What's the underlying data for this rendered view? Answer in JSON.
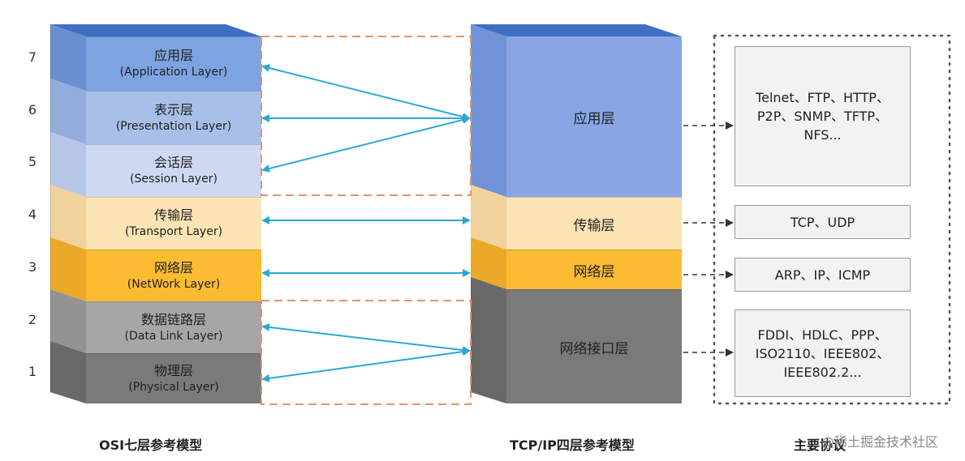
{
  "osi": {
    "caption": "OSI七层参考模型",
    "layers": [
      {
        "num": "7",
        "zh": "应用层",
        "en": "(Application Layer)",
        "front": "#7da3e0",
        "side": "#6a8fd0"
      },
      {
        "num": "6",
        "zh": "表示层",
        "en": "(Presentation Layer)",
        "front": "#a8bfe8",
        "side": "#93acdb"
      },
      {
        "num": "5",
        "zh": "会话层",
        "en": "(Session Layer)",
        "front": "#cdd9f2",
        "side": "#b7c6e6"
      },
      {
        "num": "4",
        "zh": "传输层",
        "en": "(Transport Layer)",
        "front": "#fbe3b4",
        "side": "#f0d29c"
      },
      {
        "num": "3",
        "zh": "网络层",
        "en": "(NetWork Layer)",
        "front": "#fbbc33",
        "side": "#eaa928"
      },
      {
        "num": "2",
        "zh": "数据链路层",
        "en": "(Data Link Layer)",
        "front": "#a6a6a6",
        "side": "#939393"
      },
      {
        "num": "1",
        "zh": "物理层",
        "en": "(Physical Layer)",
        "front": "#7a7a7a",
        "side": "#686868"
      }
    ]
  },
  "tcpip": {
    "caption": "TCP/IP四层参考模型",
    "layers": [
      {
        "label": "应用层",
        "front": "#87a6e3",
        "side": "#7092d6"
      },
      {
        "label": "传输层",
        "front": "#fbe3b4",
        "side": "#f0d29c"
      },
      {
        "label": "网络层",
        "front": "#fbbc33",
        "side": "#eaa928"
      },
      {
        "label": "网络接口层",
        "front": "#7a7a7a",
        "side": "#686868"
      }
    ]
  },
  "protocols": {
    "caption": "主要协议",
    "boxes": [
      {
        "lines": [
          "Telnet、FTP、HTTP、",
          "P2P、SNMP、TFTP、",
          "NFS..."
        ]
      },
      {
        "lines": [
          "TCP、UDP"
        ]
      },
      {
        "lines": [
          "ARP、IP、ICMP"
        ]
      },
      {
        "lines": [
          "FDDI、HDLC、PPP、",
          "ISO2110、IEEE802、",
          "IEEE802.2..."
        ]
      }
    ]
  },
  "colors": {
    "arrow": "#29a8d6",
    "dashed_group": "#e0956a",
    "dotted_frame": "#555555",
    "top_face": "#3f6fc2"
  },
  "watermark": "@稀土掘金技术社区"
}
